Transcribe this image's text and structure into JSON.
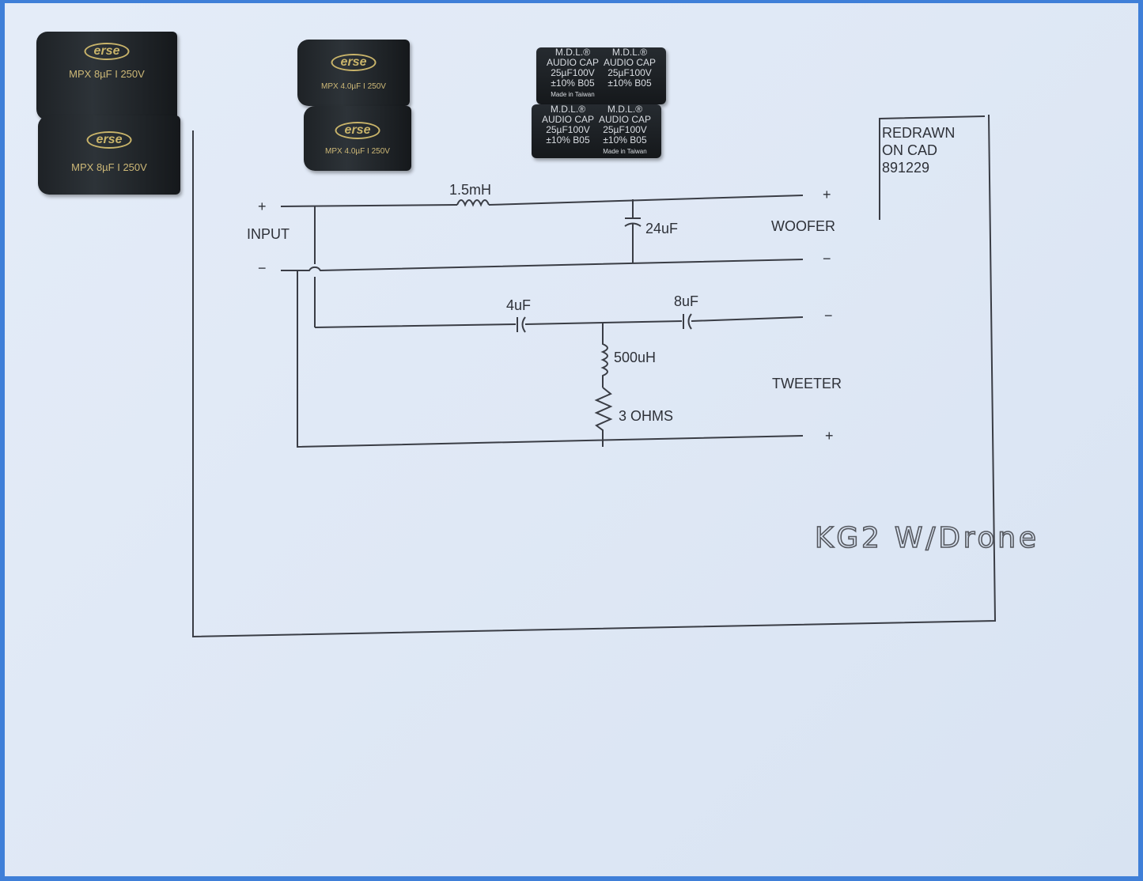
{
  "schematic": {
    "input_label": "INPUT",
    "input_plus": "+",
    "input_minus": "−",
    "inductor_woofer": "1.5mH",
    "cap_woofer": "24uF",
    "woofer_label": "WOOFER",
    "woofer_plus": "+",
    "woofer_minus": "−",
    "cap_tweeter_1": "4uF",
    "cap_tweeter_2": "8uF",
    "inductor_tweeter": "500uH",
    "resistor": "3 OHMS",
    "tweeter_label": "TWEETER",
    "tweeter_minus": "−",
    "tweeter_plus": "+"
  },
  "title_block": {
    "line1": "REDRAWN",
    "line2": "ON CAD",
    "line3": "891229"
  },
  "handwritten_note": "KG2 W/Drone",
  "components": {
    "erse_8uf": {
      "brand": "erse",
      "spec": "MPX 8µF I 250V"
    },
    "erse_4uf": {
      "brand": "erse",
      "spec": "MPX 4.0µF I 250V"
    },
    "mdl": {
      "brand": "M.D.L.®",
      "line2": "AUDIO CAP",
      "line3": "25µF100V",
      "line4": "±10% B05",
      "line5": "Made in Taiwan"
    }
  }
}
